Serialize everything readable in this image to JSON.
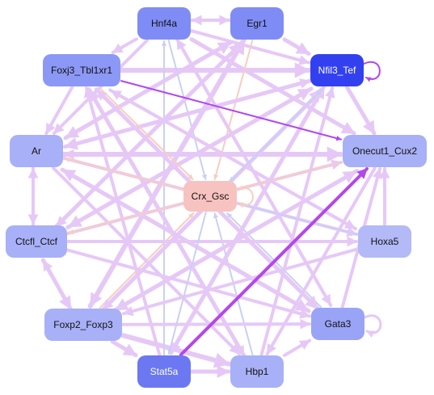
{
  "nodes": [
    {
      "id": "hnf4a",
      "label": "Hnf4a",
      "color": "#7f8cf5"
    },
    {
      "id": "egr1",
      "label": "Egr1",
      "color": "#7f8cf5"
    },
    {
      "id": "foxj3",
      "label": "Foxj3_Tbl1xr1",
      "color": "#8c98f5"
    },
    {
      "id": "nfil3",
      "label": "Nfil3_Tef",
      "color": "#3340f0"
    },
    {
      "id": "ar",
      "label": "Ar",
      "color": "#a8b0f7"
    },
    {
      "id": "onecut1",
      "label": "Onecut1_Cux2",
      "color": "#a8b0f7"
    },
    {
      "id": "crx",
      "label": "Crx_Gsc",
      "color": "#f7c3c0"
    },
    {
      "id": "ctcfl",
      "label": "Ctcfl_Ctcf",
      "color": "#a8b0f7"
    },
    {
      "id": "hoxa5",
      "label": "Hoxa5",
      "color": "#b3baf7"
    },
    {
      "id": "foxp2",
      "label": "Foxp2_Foxp3",
      "color": "#a8b0f7"
    },
    {
      "id": "gata3",
      "label": "Gata3",
      "color": "#9aa4f6"
    },
    {
      "id": "stat5a",
      "label": "Stat5a",
      "color": "#6b78f2"
    },
    {
      "id": "hbp1",
      "label": "Hbp1",
      "color": "#a8b0f7"
    }
  ],
  "edge_colors": {
    "default": "#e6c8f7",
    "blue": "#c8d0f5",
    "peach": "#f8cdc0",
    "strong": "#b347ee"
  },
  "edges": [
    {
      "from": "hnf4a",
      "to": "egr1",
      "type": "default",
      "weight": 4
    },
    {
      "from": "egr1",
      "to": "hnf4a",
      "type": "default",
      "weight": 4
    },
    {
      "from": "egr1",
      "to": "nfil3",
      "type": "default",
      "weight": 5
    },
    {
      "from": "hnf4a",
      "to": "nfil3",
      "type": "default",
      "weight": 4
    },
    {
      "from": "hnf4a",
      "to": "foxj3",
      "type": "default",
      "weight": 4
    },
    {
      "from": "foxj3",
      "to": "nfil3",
      "type": "default",
      "weight": 6
    },
    {
      "from": "foxj3",
      "to": "onecut1",
      "type": "strong",
      "weight": 2
    },
    {
      "from": "foxj3",
      "to": "ar",
      "type": "default",
      "weight": 4
    },
    {
      "from": "nfil3",
      "to": "onecut1",
      "type": "default",
      "weight": 5
    },
    {
      "from": "nfil3",
      "to": "nfil3",
      "type": "strong",
      "weight": 2
    },
    {
      "from": "ar",
      "to": "ctcfl",
      "type": "default",
      "weight": 4
    },
    {
      "from": "ctcfl",
      "to": "ar",
      "type": "default",
      "weight": 4
    },
    {
      "from": "ar",
      "to": "onecut1",
      "type": "default",
      "weight": 6
    },
    {
      "from": "ctcfl",
      "to": "foxp2",
      "type": "default",
      "weight": 5
    },
    {
      "from": "foxp2",
      "to": "ctcfl",
      "type": "default",
      "weight": 4
    },
    {
      "from": "foxp2",
      "to": "stat5a",
      "type": "default",
      "weight": 5
    },
    {
      "from": "foxp2",
      "to": "hbp1",
      "type": "default",
      "weight": 6
    },
    {
      "from": "stat5a",
      "to": "hbp1",
      "type": "default",
      "weight": 5
    },
    {
      "from": "hbp1",
      "to": "gata3",
      "type": "default",
      "weight": 4
    },
    {
      "from": "gata3",
      "to": "gata3",
      "type": "default",
      "weight": 3
    },
    {
      "from": "gata3",
      "to": "onecut1",
      "type": "default",
      "weight": 4
    },
    {
      "from": "hoxa5",
      "to": "onecut1",
      "type": "default",
      "weight": 4
    },
    {
      "from": "stat5a",
      "to": "onecut1",
      "type": "strong",
      "weight": 4
    },
    {
      "from": "stat5a",
      "to": "nfil3",
      "type": "default",
      "weight": 5
    },
    {
      "from": "stat5a",
      "to": "hnf4a",
      "type": "blue",
      "weight": 2
    },
    {
      "from": "stat5a",
      "to": "foxj3",
      "type": "default",
      "weight": 4
    },
    {
      "from": "hbp1",
      "to": "foxj3",
      "type": "default",
      "weight": 5
    },
    {
      "from": "hbp1",
      "to": "nfil3",
      "type": "default",
      "weight": 4
    },
    {
      "from": "hbp1",
      "to": "crx",
      "type": "blue",
      "weight": 2
    },
    {
      "from": "gata3",
      "to": "ar",
      "type": "default",
      "weight": 5
    },
    {
      "from": "gata3",
      "to": "foxj3",
      "type": "default",
      "weight": 4
    },
    {
      "from": "gata3",
      "to": "hnf4a",
      "type": "default",
      "weight": 4
    },
    {
      "from": "gata3",
      "to": "crx",
      "type": "blue",
      "weight": 2
    },
    {
      "from": "foxp2",
      "to": "egr1",
      "type": "default",
      "weight": 6
    },
    {
      "from": "foxp2",
      "to": "nfil3",
      "type": "default",
      "weight": 5
    },
    {
      "from": "foxp2",
      "to": "onecut1",
      "type": "default",
      "weight": 5
    },
    {
      "from": "foxp2",
      "to": "gata3",
      "type": "default",
      "weight": 4
    },
    {
      "from": "foxp2",
      "to": "crx",
      "type": "peach",
      "weight": 2
    },
    {
      "from": "ctcfl",
      "to": "egr1",
      "type": "default",
      "weight": 5
    },
    {
      "from": "ctcfl",
      "to": "nfil3",
      "type": "default",
      "weight": 5
    },
    {
      "from": "ctcfl",
      "to": "onecut1",
      "type": "default",
      "weight": 4
    },
    {
      "from": "ctcfl",
      "to": "hoxa5",
      "type": "default",
      "weight": 4
    },
    {
      "from": "ctcfl",
      "to": "gata3",
      "type": "default",
      "weight": 4
    },
    {
      "from": "ar",
      "to": "egr1",
      "type": "default",
      "weight": 5
    },
    {
      "from": "ar",
      "to": "nfil3",
      "type": "default",
      "weight": 4
    },
    {
      "from": "ar",
      "to": "hoxa5",
      "type": "default",
      "weight": 4
    },
    {
      "from": "ar",
      "to": "gata3",
      "type": "default",
      "weight": 5
    },
    {
      "from": "ar",
      "to": "hbp1",
      "type": "default",
      "weight": 4
    },
    {
      "from": "foxj3",
      "to": "hbp1",
      "type": "default",
      "weight": 4
    },
    {
      "from": "foxj3",
      "to": "gata3",
      "type": "default",
      "weight": 5
    },
    {
      "from": "foxj3",
      "to": "hoxa5",
      "type": "default",
      "weight": 4
    },
    {
      "from": "hnf4a",
      "to": "gata3",
      "type": "default",
      "weight": 4
    },
    {
      "from": "hnf4a",
      "to": "onecut1",
      "type": "default",
      "weight": 5
    },
    {
      "from": "hnf4a",
      "to": "ar",
      "type": "default",
      "weight": 4
    },
    {
      "from": "hnf4a",
      "to": "crx",
      "type": "blue",
      "weight": 2
    },
    {
      "from": "egr1",
      "to": "ar",
      "type": "default",
      "weight": 5
    },
    {
      "from": "egr1",
      "to": "ctcfl",
      "type": "default",
      "weight": 4
    },
    {
      "from": "egr1",
      "to": "foxp2",
      "type": "default",
      "weight": 5
    },
    {
      "from": "egr1",
      "to": "crx",
      "type": "peach",
      "weight": 2
    },
    {
      "from": "nfil3",
      "to": "ar",
      "type": "default",
      "weight": 5
    },
    {
      "from": "nfil3",
      "to": "ctcfl",
      "type": "default",
      "weight": 5
    },
    {
      "from": "nfil3",
      "to": "foxp2",
      "type": "default",
      "weight": 4
    },
    {
      "from": "nfil3",
      "to": "stat5a",
      "type": "default",
      "weight": 4
    },
    {
      "from": "nfil3",
      "to": "crx",
      "type": "blue",
      "weight": 2
    },
    {
      "from": "onecut1",
      "to": "ar",
      "type": "default",
      "weight": 4
    },
    {
      "from": "onecut1",
      "to": "foxp2",
      "type": "default",
      "weight": 5
    },
    {
      "from": "onecut1",
      "to": "hbp1",
      "type": "default",
      "weight": 4
    },
    {
      "from": "onecut1",
      "to": "crx",
      "type": "peach",
      "weight": 2
    },
    {
      "from": "hoxa5",
      "to": "foxj3",
      "type": "default",
      "weight": 4
    },
    {
      "from": "hoxa5",
      "to": "crx",
      "type": "blue",
      "weight": 2
    },
    {
      "from": "hoxa5",
      "to": "foxp2",
      "type": "default",
      "weight": 4
    },
    {
      "from": "crx",
      "to": "ar",
      "type": "peach",
      "weight": 2
    },
    {
      "from": "crx",
      "to": "ctcfl",
      "type": "peach",
      "weight": 2
    },
    {
      "from": "crx",
      "to": "stat5a",
      "type": "blue",
      "weight": 2
    },
    {
      "from": "crx",
      "to": "nfil3",
      "type": "blue",
      "weight": 2
    },
    {
      "from": "crx",
      "to": "crx",
      "type": "peach",
      "weight": 2
    },
    {
      "from": "foxj3",
      "to": "crx",
      "type": "peach",
      "weight": 2
    }
  ]
}
